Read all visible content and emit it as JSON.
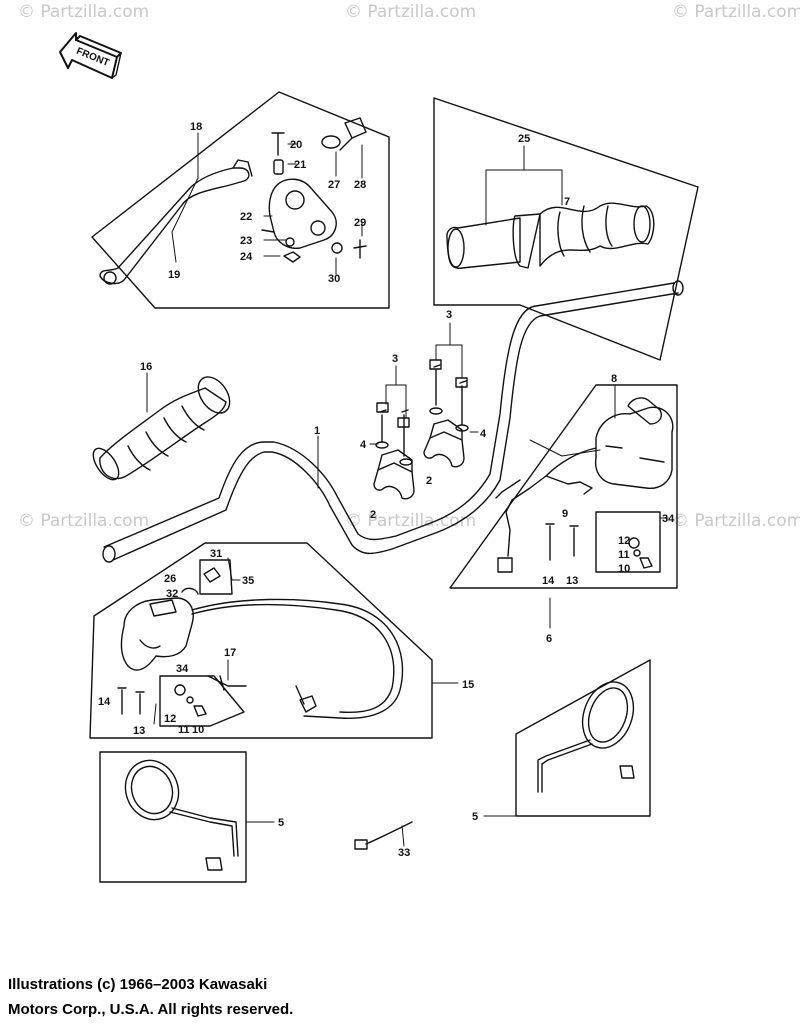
{
  "watermarks": {
    "text": "© Partzilla.com",
    "top_left": "© Partzilla.com",
    "top_mid": "© Partzilla.com",
    "top_right": "© Partzilla.com",
    "mid_left": "© Partzilla.com",
    "mid_center": "© Partzilla.com",
    "mid_right": "© Partzilla.com"
  },
  "front_arrow": {
    "label": "FRONT"
  },
  "callouts": {
    "c1": "1",
    "c2a": "2",
    "c2b": "2",
    "c3a": "3",
    "c3b": "3",
    "c4a": "4",
    "c4b": "4",
    "c5a": "5",
    "c5b": "5",
    "c6": "6",
    "c7": "7",
    "c8": "8",
    "c9": "9",
    "c10a": "10",
    "c10b": "10",
    "c11a": "11",
    "c11b": "11",
    "c12a": "12",
    "c12b": "12",
    "c13a": "13",
    "c13b": "13",
    "c14a": "14",
    "c14b": "14",
    "c15": "15",
    "c16": "16",
    "c17": "17",
    "c18": "18",
    "c19": "19",
    "c20": "20",
    "c21": "21",
    "c22": "22",
    "c23": "23",
    "c24": "24",
    "c25": "25",
    "c26": "26",
    "c27": "27",
    "c28": "28",
    "c29": "29",
    "c30": "30",
    "c31": "31",
    "c32": "32",
    "c33": "33",
    "c34a": "34",
    "c34b": "34",
    "c35": "35"
  },
  "copyright": {
    "line1": "Illustrations (c) 1966–2003 Kawasaki",
    "line2": "Motors Corp., U.S.A.  All rights reserved."
  },
  "colors": {
    "ink": "#111111",
    "watermark": "#c8c8c8",
    "background": "#ffffff"
  }
}
